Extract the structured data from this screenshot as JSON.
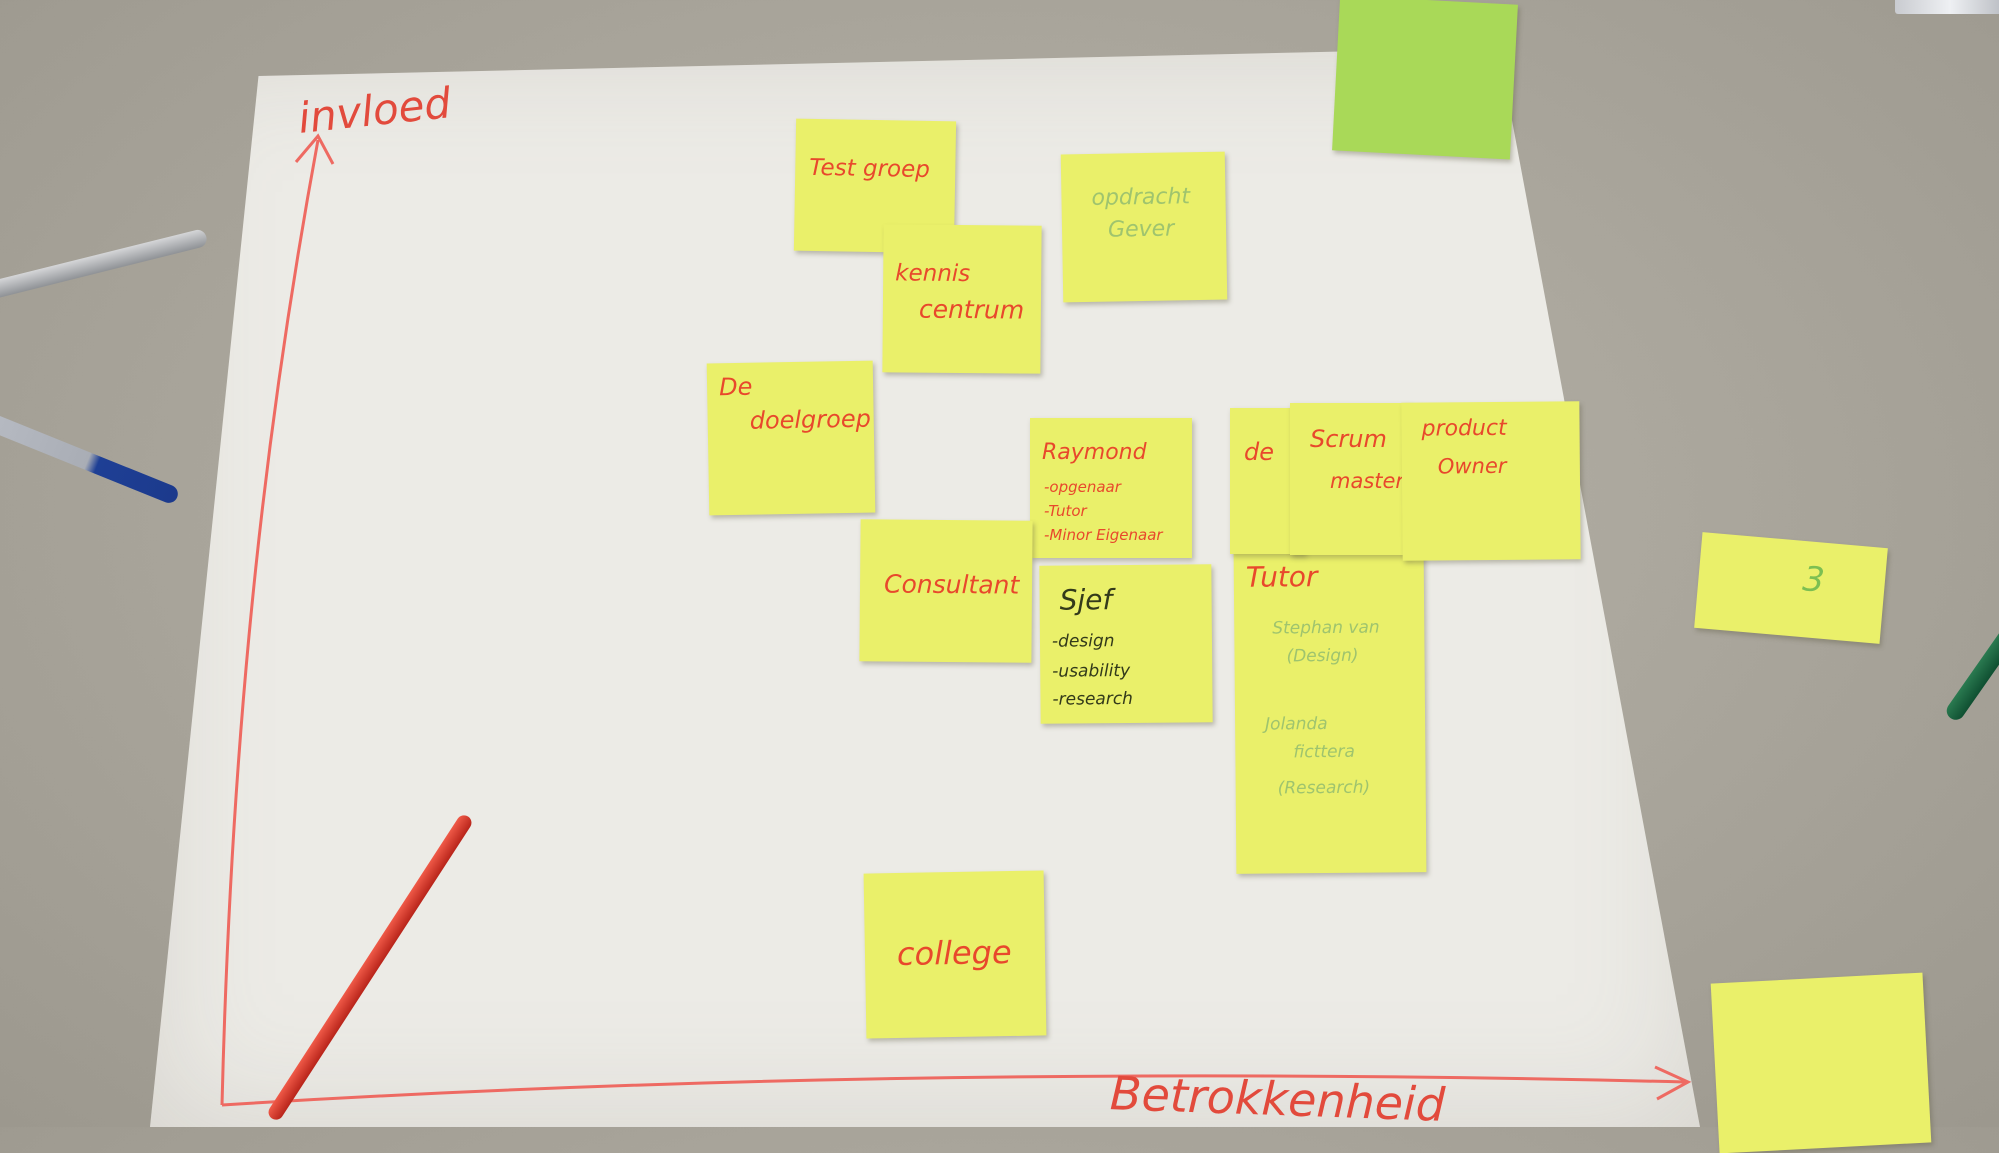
{
  "axes": {
    "y_label": "invloed",
    "x_label": "Betrokkenheid"
  },
  "colors": {
    "poster": "#ecebe6",
    "sticky_yellow": "#eaf06a",
    "sticky_green": "#a9d958",
    "marker_red": "#e24a3c",
    "table": "#aca89e"
  },
  "notes": {
    "test_groep": "Test groep",
    "kennis_line1": "kennis",
    "kennis_line2": "centrum",
    "opdracht_line1": "opdracht",
    "opdracht_line2": "Gever",
    "de_doelgroep_line1": "De",
    "de_doelgroep_line2": "doelgroep",
    "raymond_title": "Raymond",
    "raymond_items": [
      "-opgenaar",
      "-Tutor",
      "-Minor Eigenaar"
    ],
    "consultant": "Consultant",
    "sjef_title": "Sjef",
    "sjef_items": [
      "-design",
      "-usability",
      "-research"
    ],
    "de_partial": "de",
    "scrum_line1": "Scrum",
    "scrum_line2": "master",
    "product_line1": "product",
    "product_line2": "Owner",
    "tutor_title": "Tutor",
    "tutor_item1_line1": "Stephan van",
    "tutor_item1_line2": "(Design)",
    "tutor_item2_line1": "Jolanda",
    "tutor_item2_line2": "ficttera",
    "tutor_item3": "(Research)",
    "college": "college",
    "side_note": "3"
  }
}
